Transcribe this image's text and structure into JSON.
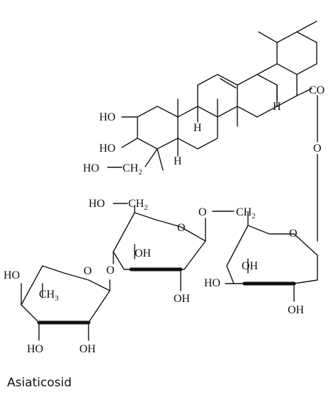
{
  "caption": "Asiaticosid",
  "atoms": {
    "ho_c2": "HO",
    "ho_c3": "HO",
    "ho_ch2_c4": "HO",
    "ch2_c4": "CH",
    "ch2_c4_sub": "2",
    "h_c9": "H",
    "h_c5": "H",
    "h_c18": "H",
    "co_ester": "CO",
    "o_link": "O",
    "ho_ch2_glc2": "HO",
    "ch2_glc2": "CH",
    "ch2_glc2_sub": "2",
    "o_ring_glc2": "O",
    "oh_glc2_a": "OH",
    "oh_glc2_b": "OH",
    "o_bridge_glc": "O",
    "ch2_glc1": "CH",
    "ch2_glc1_sub": "2",
    "o_ring_glc1": "O",
    "oh_glc1_a": "OH",
    "ho_glc1": "HO",
    "oh_glc1_b": "OH",
    "o_rha_glc2": "O",
    "ho_rha": "HO",
    "ch3_rha": "CH",
    "ch3_rha_sub": "3",
    "o_ring_rha": "O",
    "ho_rha_bottom": "HO",
    "oh_rha_bottom": "OH"
  }
}
